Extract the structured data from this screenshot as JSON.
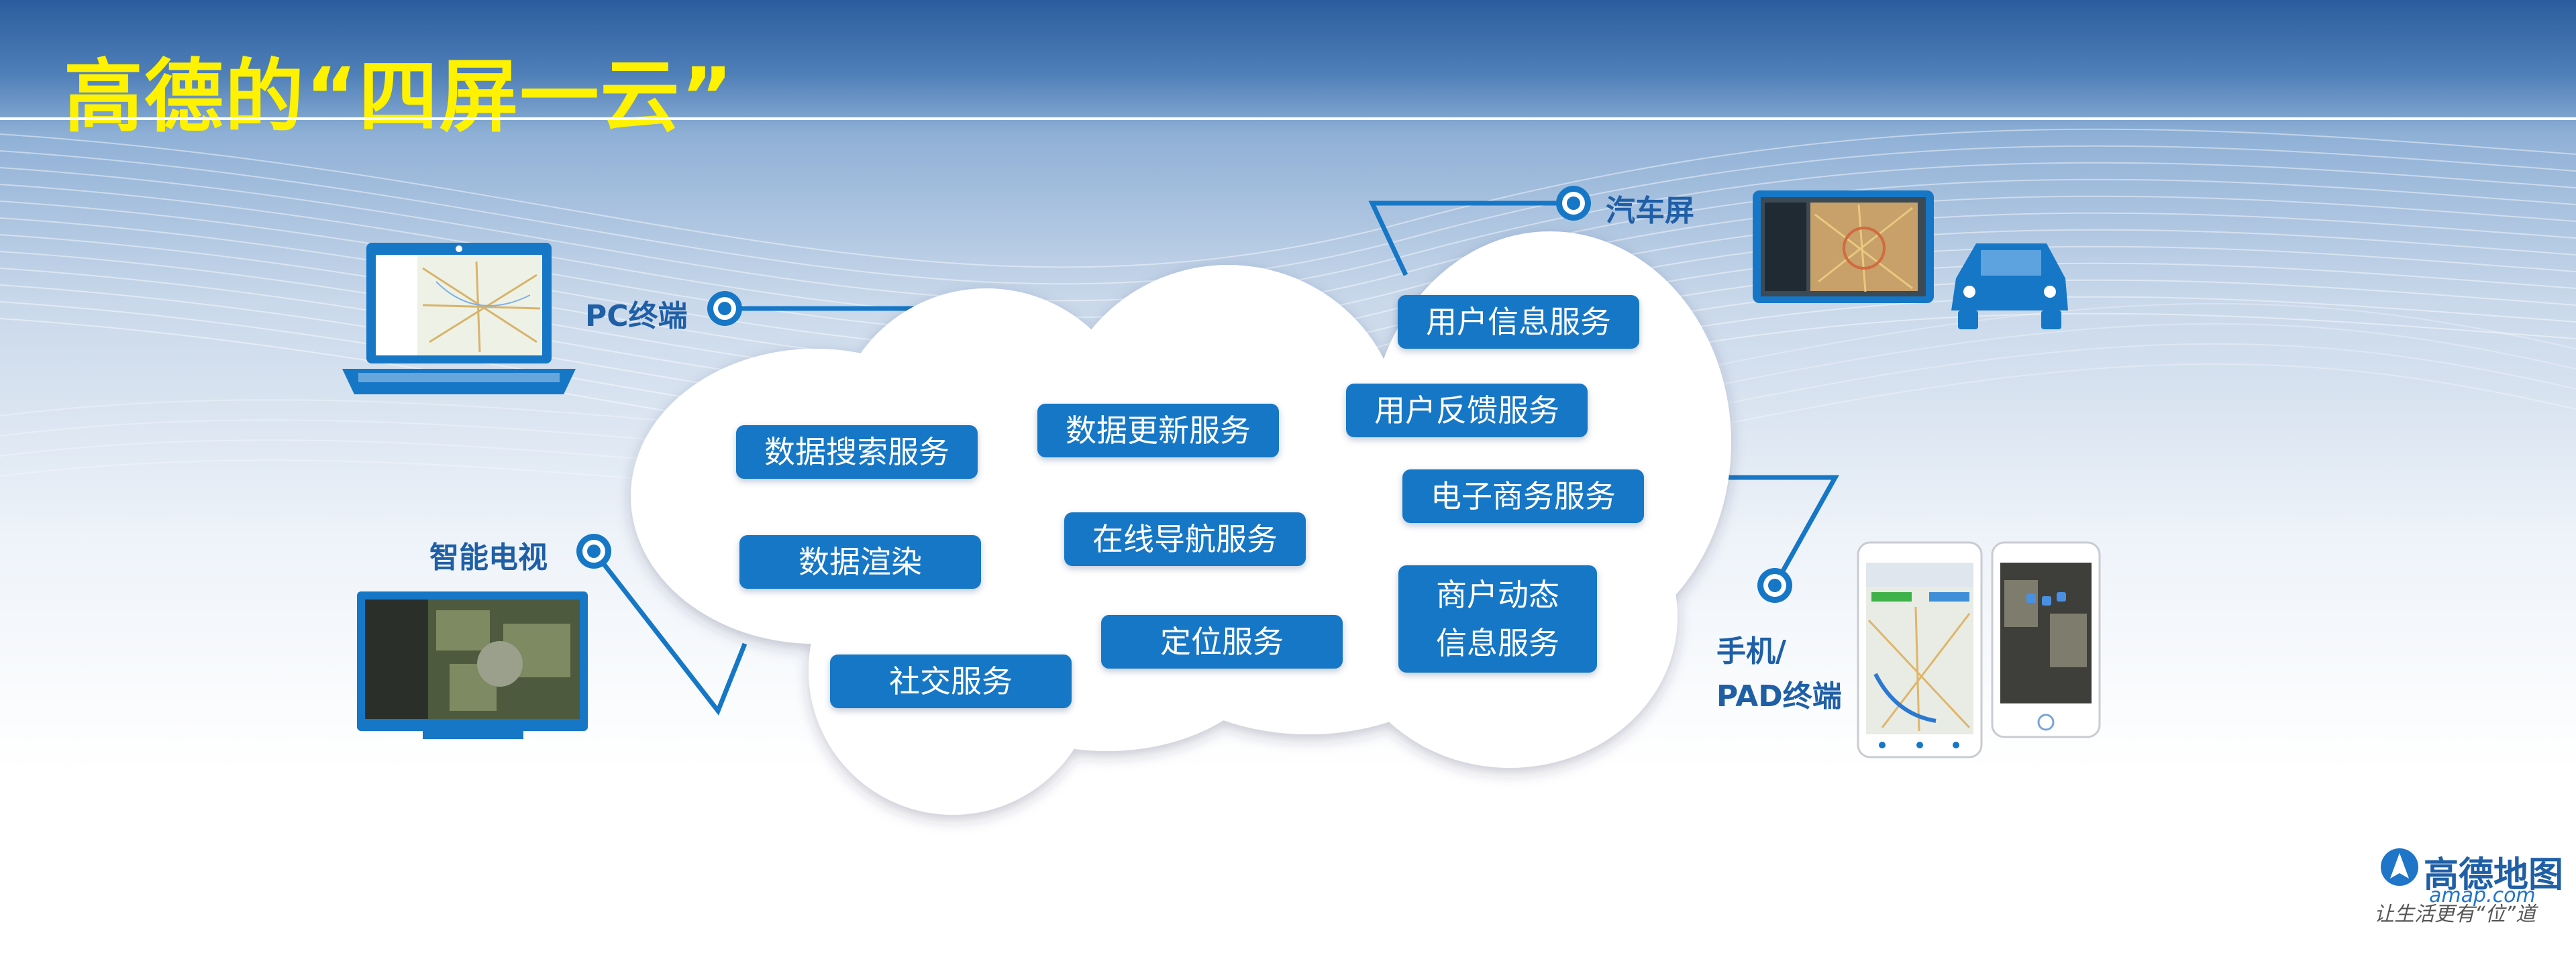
{
  "slide": {
    "title": "高德的“四屏一云”"
  },
  "cloud": {
    "services": [
      "数据搜索服务",
      "数据更新服务",
      "用户信息服务",
      "用户反馈服务",
      "电子商务服务",
      "数据渲染",
      "在线导航服务",
      "商户动态",
      "信息服务",
      "定位服务",
      "社交服务"
    ]
  },
  "devices": {
    "pc_label": "PC终端",
    "car_label": "汽车屏",
    "tv_label": "智能电视",
    "mobile_label_line1": "手机/",
    "mobile_label_line2": "PAD终端"
  },
  "logo": {
    "name": "高德地图",
    "url": "amap.com",
    "slogan": "让生活更有“位”道"
  },
  "colors": {
    "title": "#fff200",
    "service_button": "#1677c6",
    "device_label": "#1f5fa6"
  }
}
